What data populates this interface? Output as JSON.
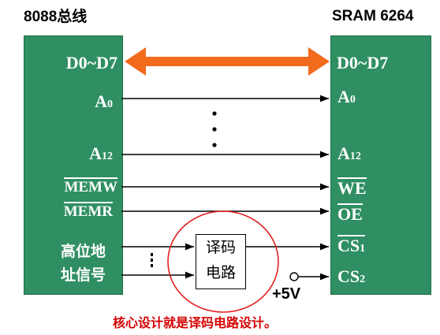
{
  "left_chip": {
    "title": "8088总线",
    "pins": {
      "data": "D0~D7",
      "a0_main": "A",
      "a0_sub": "0",
      "a12_main": "A",
      "a12_sub": "12",
      "memw": "MEMW",
      "memr": "MEMR",
      "high_addr_line1": "高位地",
      "high_addr_line2": "址信号"
    }
  },
  "right_chip": {
    "title": "SRAM 6264",
    "pins": {
      "data": "D0~D7",
      "a0_main": "A",
      "a0_sub": "0",
      "a12_main": "A",
      "a12_sub": "12",
      "we": "WE",
      "oe": "OE",
      "cs1_main": "CS",
      "cs1_sub": "1",
      "cs2_main": "CS",
      "cs2_sub": "2"
    }
  },
  "decoder": {
    "line1": "译码",
    "line2": "电路"
  },
  "power": "+5V",
  "caption": "核心设计就是译码电路设计。",
  "colors": {
    "chip": "#2f8f62",
    "bus_arrow": "#f26b1d",
    "highlight_circle": "#e02020",
    "caption": "#d40000"
  }
}
